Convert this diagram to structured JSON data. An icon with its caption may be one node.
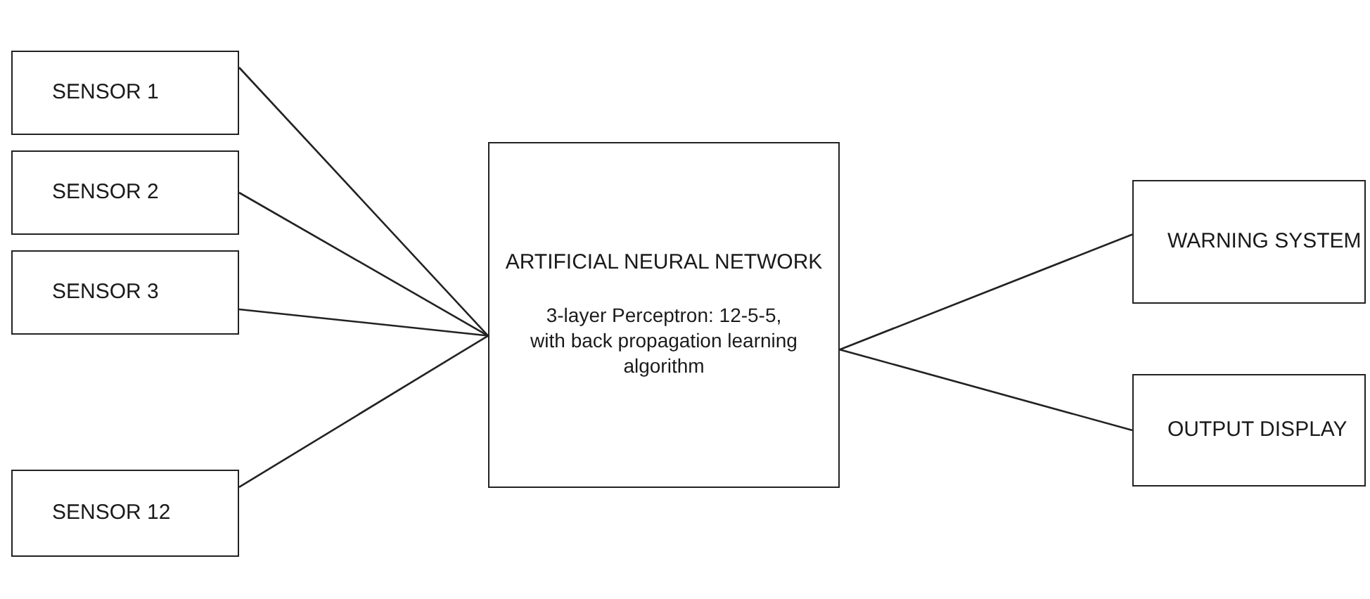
{
  "diagram": {
    "nodes": [
      {
        "text": [
          "SENSOR 1"
        ]
      },
      {
        "text": [
          "SENSOR 2"
        ]
      },
      {
        "text": [
          "SENSOR 3"
        ]
      },
      {
        "text": [
          "SENSOR 12"
        ]
      },
      {
        "text": [
          "ARTIFICIAL NEURAL NETWORK",
          "3-layer Perceptron: 12-5-5, with back propagation learning algorithm"
        ]
      },
      {
        "text": [
          "WARNING SYSTEM"
        ]
      },
      {
        "text": [
          "OUTPUT DISPLAY"
        ]
      }
    ],
    "edges": [
      {
        "from": 0,
        "to": 4,
        "arrow": "none"
      },
      {
        "from": 1,
        "to": 4,
        "arrow": "none"
      },
      {
        "from": 2,
        "to": 4,
        "arrow": "none"
      },
      {
        "from": 3,
        "to": 4,
        "arrow": "none"
      },
      {
        "from": 4,
        "to": 5,
        "arrow": "none"
      },
      {
        "from": 4,
        "to": 6,
        "arrow": "none"
      }
    ]
  }
}
